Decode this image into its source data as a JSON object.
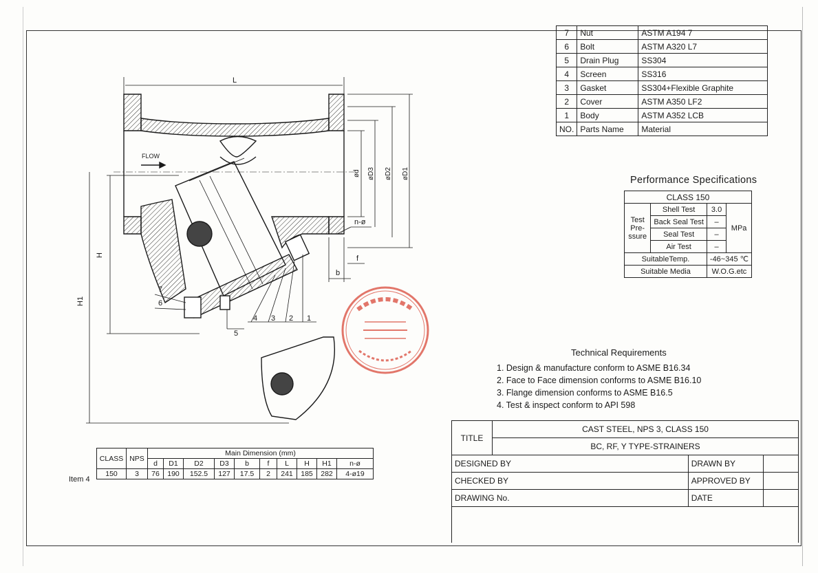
{
  "parts_table": {
    "rows": [
      {
        "no": "7",
        "name": "Nut",
        "material": "ASTM A194 7"
      },
      {
        "no": "6",
        "name": "Bolt",
        "material": "ASTM A320 L7"
      },
      {
        "no": "5",
        "name": "Drain Plug",
        "material": "SS304"
      },
      {
        "no": "4",
        "name": "Screen",
        "material": "SS316"
      },
      {
        "no": "3",
        "name": "Gasket",
        "material": "SS304+Flexible Graphite"
      },
      {
        "no": "2",
        "name": "Cover",
        "material": "ASTM A350 LF2"
      },
      {
        "no": "1",
        "name": "Body",
        "material": "ASTM A352 LCB"
      }
    ],
    "header": {
      "no": "NO.",
      "name": "Parts Name",
      "material": "Material"
    }
  },
  "performance": {
    "title": "Performance Specifications",
    "class_label": "CLASS 150",
    "test_label": "Test Pre- ssure",
    "tests": [
      {
        "name": "Shell Test",
        "value": "3.0"
      },
      {
        "name": "Back Seal Test",
        "value": "–"
      },
      {
        "name": "Seal Test",
        "value": "–"
      },
      {
        "name": "Air Test",
        "value": "–"
      }
    ],
    "unit": "MPa",
    "temp_label": "SuitableTemp.",
    "temp_value": "-46~345 ℃",
    "media_label": "Suitable Media",
    "media_value": "W.O.G.etc"
  },
  "technical": {
    "title": "Technical Requirements",
    "items": [
      "1. Design & manufacture conform to ASME B16.34",
      "2. Face to Face dimension conforms to ASME B16.10",
      "3. Flange dimension conforms to ASME B16.5",
      "4. Test & inspect conform to API 598"
    ]
  },
  "title_block": {
    "title_label": "TITLE",
    "title_line1": "CAST STEEL, NPS 3, CLASS 150",
    "title_line2": "BC, RF, Y TYPE-STRAINERS",
    "designed_by": "DESIGNED BY",
    "drawn_by": "DRAWN BY",
    "checked_by": "CHECKED  BY",
    "approved_by": "APPROVED BY",
    "drawing_no": "DRAWING No.",
    "date": "DATE"
  },
  "dimensions": {
    "item_label": "Item 4",
    "class_header": "CLASS",
    "nps_header": "NPS",
    "main_header": "Main Dimension (mm)",
    "columns": [
      "d",
      "D1",
      "D2",
      "D3",
      "b",
      "f",
      "L",
      "H",
      "H1",
      "n-ø"
    ],
    "class_value": "150",
    "nps_value": "3",
    "values": [
      "76",
      "190",
      "152.5",
      "127",
      "17.5",
      "2",
      "241",
      "185",
      "282",
      "4-ø19"
    ]
  },
  "drawing_labels": {
    "L": "L",
    "H": "H",
    "H1": "H1",
    "flow": "FLOW",
    "od": "ød",
    "oD3": "øD3",
    "oD2": "øD2",
    "oD1": "øD1",
    "nphi": "n-ø",
    "f": "f",
    "b": "b",
    "callouts": [
      "7",
      "6",
      "5",
      "4",
      "3",
      "2",
      "1"
    ]
  },
  "colors": {
    "line": "#1a1a1a",
    "hatch": "#333333",
    "seal": "#d94a3a"
  }
}
